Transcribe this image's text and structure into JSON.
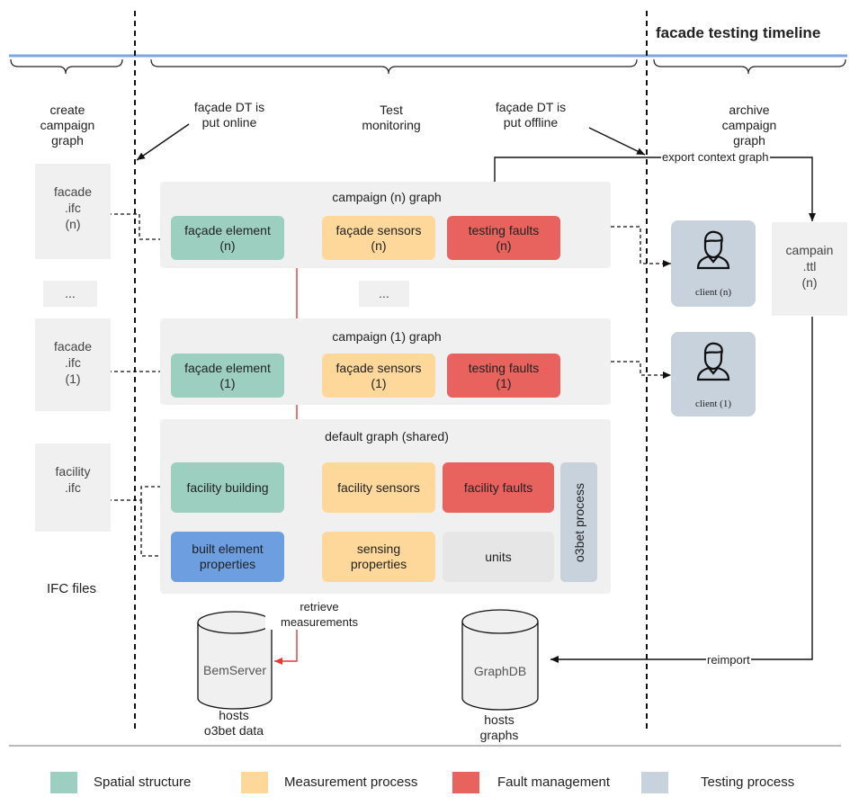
{
  "timeline": {
    "title": "facade testing timeline",
    "phases": [
      "create\ncampaign\ngraph",
      "Test\nmonitoring",
      "archive\ncampaign\ngraph"
    ],
    "events": [
      "façade DT is\nput online",
      "façade DT is\nput offline"
    ]
  },
  "files": {
    "facade_n": "facade\n.ifc\n(n)",
    "ellipsis": "...",
    "facade_1": "facade\n.ifc\n(1)",
    "facility": "facility\n.ifc",
    "caption": "IFC files",
    "campain_ttl": "campain\n.ttl\n(n)"
  },
  "graphs": {
    "campaign_n": {
      "title": "campaign (n) graph",
      "element": "façade element\n(n)",
      "sensors": "façade sensors\n(n)",
      "faults": "testing faults\n(n)"
    },
    "ellipsis": "...",
    "campaign_1": {
      "title": "campaign (1) graph",
      "element": "façade element\n(1)",
      "sensors": "façade sensors\n(1)",
      "faults": "testing faults\n(1)"
    },
    "default": {
      "title": "default graph (shared)",
      "building": "facility building",
      "sensors": "facility sensors",
      "faults": "facility faults",
      "process": "o3bet process",
      "properties": "built element\nproperties",
      "sensing": "sensing\nproperties",
      "units": "units"
    }
  },
  "clients": {
    "n": "client (n)",
    "one": "client (1)"
  },
  "flows": {
    "export": "export context graph",
    "reimport": "reimport",
    "retrieve": "retrieve\nmeasurements"
  },
  "databases": {
    "bemserver": {
      "label": "BemServer",
      "caption": "hosts\no3bet data"
    },
    "graphdb": {
      "label": "GraphDB",
      "caption": "hosts\ngraphs"
    }
  },
  "legend": [
    {
      "label": "Spatial structure",
      "color": "#9ccfc0"
    },
    {
      "label": "Measurement process",
      "color": "#fdd89a"
    },
    {
      "label": "Fault management",
      "color": "#e8625e"
    },
    {
      "label": "Testing process",
      "color": "#c8d2dd"
    }
  ],
  "colors": {
    "spatial": "#9ccfc0",
    "measurement": "#fdd89a",
    "fault": "#e8625e",
    "testing": "#c8d2dd",
    "properties": "#6d9ee0",
    "units": "#e6e6e6",
    "timeline": "#7ea6e0",
    "measure_link": "#e53935"
  }
}
